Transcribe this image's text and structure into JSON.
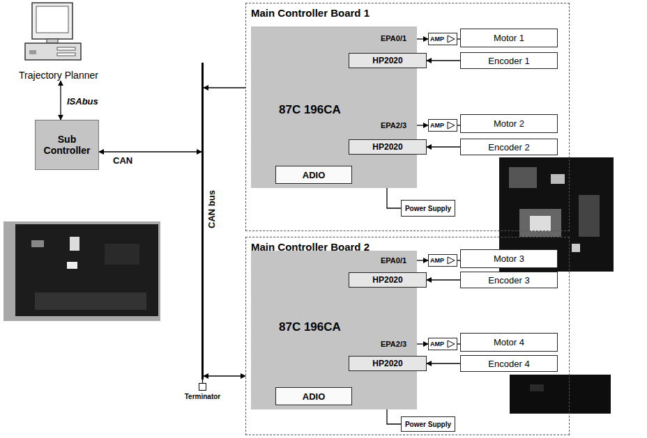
{
  "diagram": {
    "nodes": [
      {
        "text": [
          "Trajectory Planner"
        ]
      },
      {
        "text": [
          "Sub Controller"
        ]
      },
      {
        "text": [
          "CAN bus"
        ]
      },
      {
        "text": [
          "Terminator"
        ]
      },
      {
        "text": [
          "Main Controller Board 1"
        ]
      },
      {
        "text": [
          "87C 196CA",
          "EPA0/1",
          "EPA2/3"
        ],
        "in": 4
      },
      {
        "text": [
          "ADIO"
        ],
        "in": 5
      },
      {
        "text": [
          "AMP"
        ],
        "in": 4
      },
      {
        "text": [
          "Motor 1"
        ],
        "in": 4
      },
      {
        "text": [
          "HP2020"
        ],
        "in": 4
      },
      {
        "text": [
          "Encoder 1"
        ],
        "in": 4
      },
      {
        "text": [
          "AMP"
        ],
        "in": 4
      },
      {
        "text": [
          "Motor 2"
        ],
        "in": 4
      },
      {
        "text": [
          "HP2020"
        ],
        "in": 4
      },
      {
        "text": [
          "Encoder 2"
        ],
        "in": 4
      },
      {
        "text": [
          "Power Supply"
        ],
        "in": 4
      },
      {
        "text": [
          "Main Controller Board 2"
        ]
      },
      {
        "text": [
          "87C 196CA",
          "EPA0/1",
          "EPA2/3"
        ],
        "in": 16
      },
      {
        "text": [
          "ADIO"
        ],
        "in": 17
      },
      {
        "text": [
          "AMP"
        ],
        "in": 16
      },
      {
        "text": [
          "Motor 3"
        ],
        "in": 16
      },
      {
        "text": [
          "HP2020"
        ],
        "in": 16
      },
      {
        "text": [
          "Encoder 3"
        ],
        "in": 16
      },
      {
        "text": [
          "AMP"
        ],
        "in": 16
      },
      {
        "text": [
          "Motor 4"
        ],
        "in": 16
      },
      {
        "text": [
          "HP2020"
        ],
        "in": 16
      },
      {
        "text": [
          "Encoder 4"
        ],
        "in": 16
      },
      {
        "text": [
          "Power Supply"
        ],
        "in": 16
      }
    ],
    "edges": [
      {
        "from": 0,
        "to": 1,
        "arrow": "both",
        "label": "ISAbus"
      },
      {
        "from": 1,
        "to": 2,
        "arrow": "both",
        "label": "CAN"
      },
      {
        "from": 2,
        "to": 3,
        "arrow": "none"
      },
      {
        "from": 4,
        "to": 2,
        "arrow": "to"
      },
      {
        "from": 16,
        "to": 2,
        "arrow": "both"
      },
      {
        "from": 5,
        "to": 7,
        "arrow": "to"
      },
      {
        "from": 7,
        "to": 8,
        "arrow": "none"
      },
      {
        "from": 10,
        "to": 9,
        "arrow": "to"
      },
      {
        "from": 5,
        "to": 11,
        "arrow": "to"
      },
      {
        "from": 11,
        "to": 12,
        "arrow": "none"
      },
      {
        "from": 14,
        "to": 13,
        "arrow": "to"
      },
      {
        "from": 5,
        "to": 15,
        "arrow": "none"
      },
      {
        "from": 17,
        "to": 19,
        "arrow": "to"
      },
      {
        "from": 19,
        "to": 20,
        "arrow": "none"
      },
      {
        "from": 22,
        "to": 21,
        "arrow": "to"
      },
      {
        "from": 17,
        "to": 23,
        "arrow": "to"
      },
      {
        "from": 23,
        "to": 24,
        "arrow": "none"
      },
      {
        "from": 26,
        "to": 25,
        "arrow": "to"
      },
      {
        "from": 17,
        "to": 27,
        "arrow": "none"
      }
    ]
  }
}
